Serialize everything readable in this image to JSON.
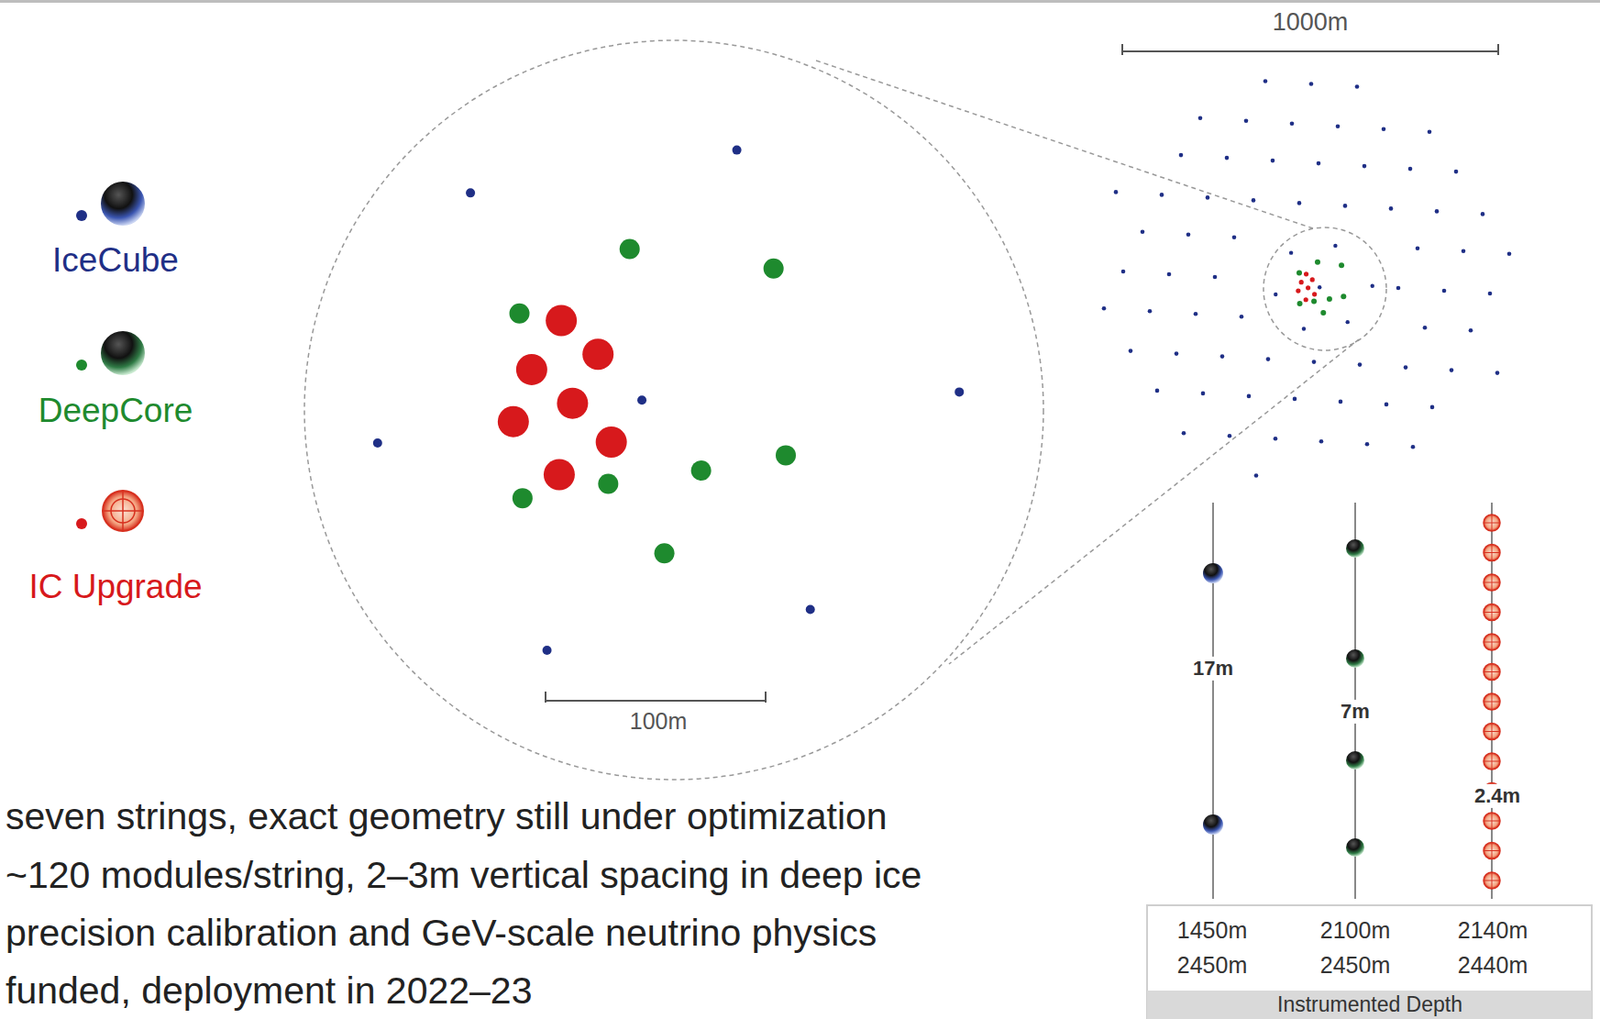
{
  "diagram": {
    "labels": [
      "1000m",
      "100m",
      "17m",
      "7m",
      "2.4m",
      "1450m",
      "2450m",
      "2100m",
      "2450m",
      "2140m",
      "2440m",
      "Instrumented Depth",
      "seven strings, exact geometry still under optimization",
      "~120 modules/string, 2–3m vertical spacing in deep ice",
      "precision calibration and GeV-scale neutrino physics",
      "funded, deployment in 2022–23"
    ],
    "legend": [
      {
        "text": "IceCube",
        "color": "#1f2f86"
      },
      {
        "text": "DeepCore",
        "color": "#1e8a2e"
      },
      {
        "text": "IC Upgrade",
        "color": "#d7191c"
      }
    ]
  }
}
